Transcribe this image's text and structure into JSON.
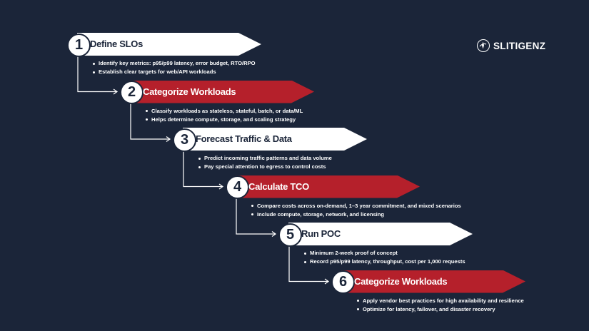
{
  "brand": {
    "name": "SLITIGENZ",
    "logo_icon": "compass-swirl-icon"
  },
  "colors": {
    "background": "#1b2539",
    "accent_red": "#b5202b",
    "white": "#ffffff"
  },
  "steps": [
    {
      "number": "1",
      "title": "Define SLOs",
      "style": "white",
      "bullets": [
        "Identify key metrics: p95/p99 latency, error budget, RTO/RPO",
        "Establish clear targets for web/API workloads"
      ]
    },
    {
      "number": "2",
      "title": "Categorize Workloads",
      "style": "red",
      "bullets": [
        "Classify workloads as stateless, stateful, batch, or data/ML",
        "Helps determine compute, storage, and scaling strategy"
      ]
    },
    {
      "number": "3",
      "title": "Forecast Traffic & Data",
      "style": "white",
      "bullets": [
        "Predict incoming traffic patterns and data volume",
        "Pay special attention to egress to control costs"
      ]
    },
    {
      "number": "4",
      "title": "Calculate TCO",
      "style": "red",
      "bullets": [
        "Compare costs across on-demand, 1–3 year commitment, and mixed scenarios",
        "Include compute, storage, network, and licensing"
      ]
    },
    {
      "number": "5",
      "title": "Run POC",
      "style": "white",
      "bullets": [
        "Minimum 2-week proof of concept",
        "Record p95/p99 latency, throughput, cost per 1,000 requests"
      ]
    },
    {
      "number": "6",
      "title": "Categorize Workloads",
      "style": "red",
      "bullets": [
        "Apply vendor best practices for high availability and resilience",
        "Optimize for latency, failover, and disaster recovery"
      ]
    }
  ]
}
